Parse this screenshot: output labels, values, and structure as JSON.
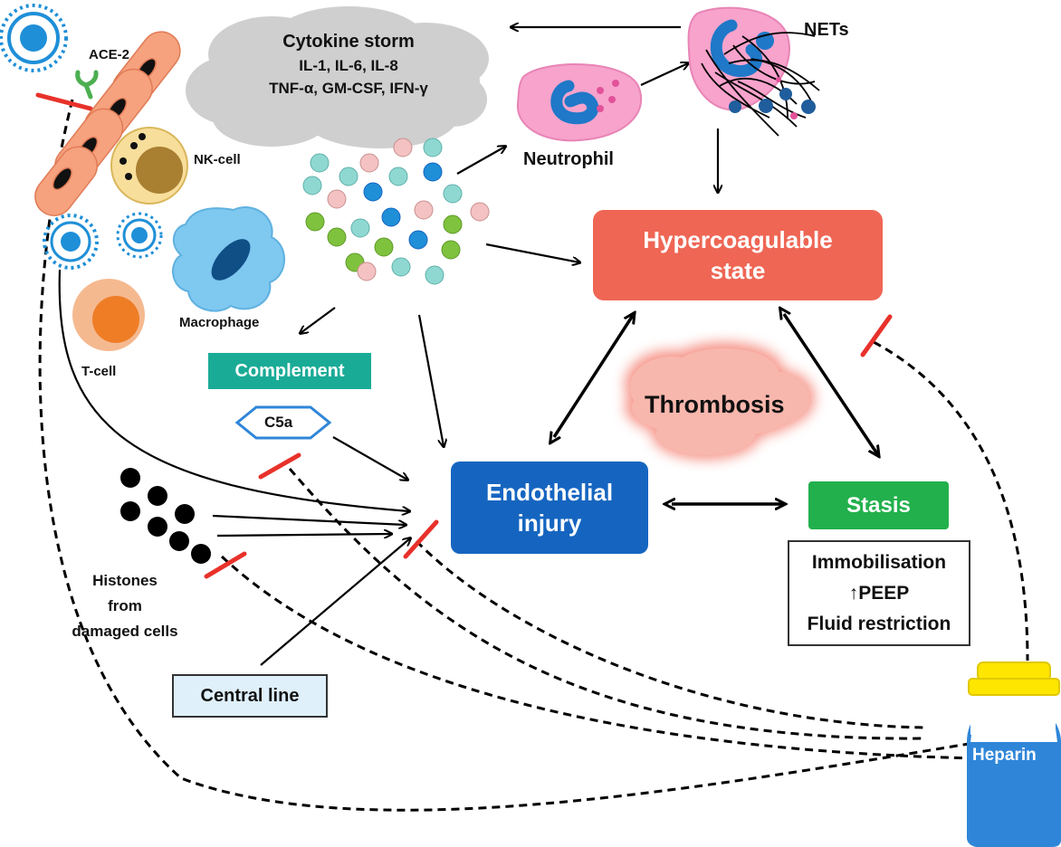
{
  "virus_receptor": {
    "ace2_label": "ACE-2"
  },
  "cells": {
    "nk_cell": "NK-cell",
    "macrophage": "Macrophage",
    "t_cell": "T-cell",
    "neutrophil": "Neutrophil",
    "nets": "NETs"
  },
  "cytokine_storm": {
    "title": "Cytokine storm",
    "line1": "IL-1, IL-6, IL-8",
    "line2": "TNF-α, GM-CSF, IFN-γ"
  },
  "complement": {
    "label": "Complement",
    "c5a": "C5a"
  },
  "histones": {
    "line1": "Histones",
    "line2": "from",
    "line3": "damaged cells"
  },
  "central_line": "Central line",
  "endothelial": {
    "line1": "Endothelial",
    "line2": "injury"
  },
  "hypercoag": {
    "line1": "Hypercoagulable",
    "line2": "state"
  },
  "thrombosis": "Thrombosis",
  "stasis": {
    "label": "Stasis",
    "cause1": "Immobilisation",
    "cause2": "↑PEEP",
    "cause3": "Fluid restriction"
  },
  "heparin": "Heparin",
  "colors": {
    "endothelial_fill": "#1565c0",
    "hypercoag_fill": "#ef6654",
    "stasis_fill": "#22b04c",
    "complement_fill": "#1aab96",
    "central_line_fill": "#dff0fb",
    "thrombosis_fill": "#f7b6ac",
    "inhibitor_bar": "#e8312a",
    "heparin_cap": "#ffe600",
    "heparin_vial": "#2f86d8"
  }
}
